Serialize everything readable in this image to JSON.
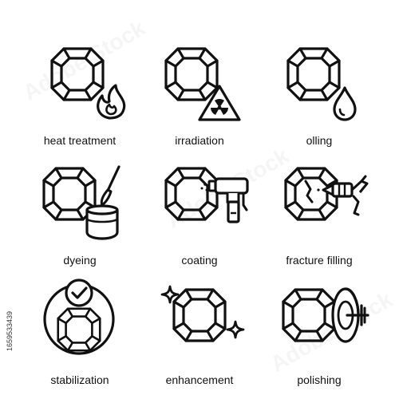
{
  "icons": [
    {
      "label": "heat treatment",
      "icon": "gem-flame-icon"
    },
    {
      "label": "irradiation",
      "icon": "gem-radiation-icon"
    },
    {
      "label": "olling",
      "icon": "gem-oil-drop-icon"
    },
    {
      "label": "dyeing",
      "icon": "gem-dye-pot-icon"
    },
    {
      "label": "coating",
      "icon": "gem-spray-gun-icon"
    },
    {
      "label": "fracture filling",
      "icon": "gem-cracked-injector-icon"
    },
    {
      "label": "stabilization",
      "icon": "gem-check-badge-icon"
    },
    {
      "label": "enhancement",
      "icon": "gem-sparkle-icon"
    },
    {
      "label": "polishing",
      "icon": "gem-polishing-wheel-icon"
    }
  ],
  "stock_id": "1659533439",
  "watermark": "Adobe Stock",
  "colors": {
    "stroke": "#111111",
    "background": "#ffffff"
  }
}
